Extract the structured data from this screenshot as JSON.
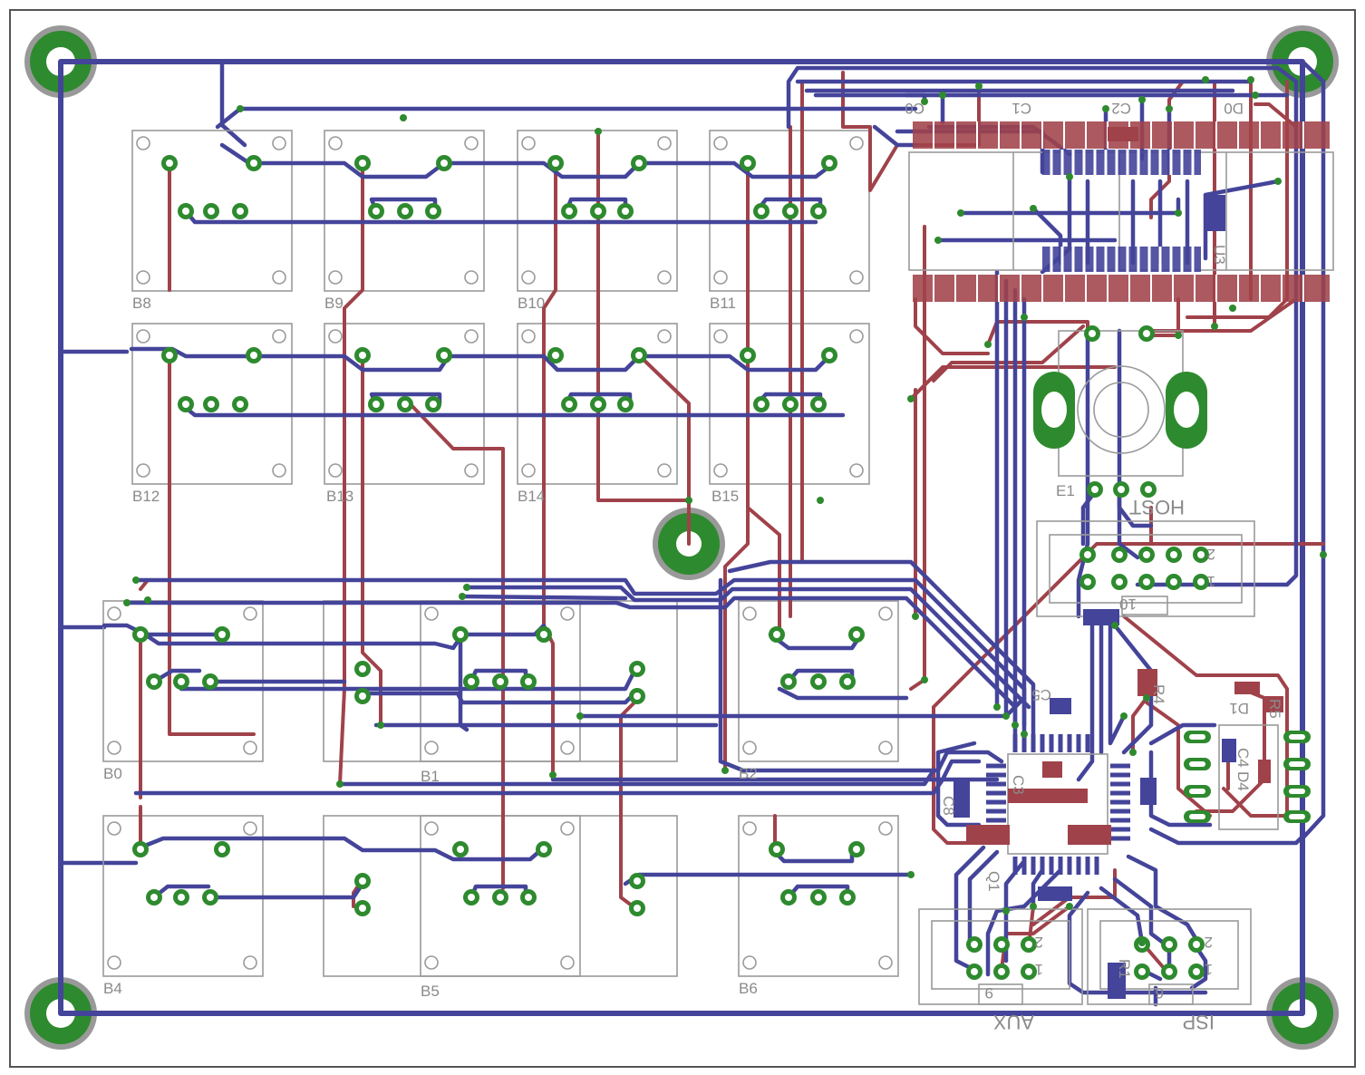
{
  "board": {
    "colors": {
      "bottom_trace": "#44449a",
      "top_trace": "#a0424a",
      "pad": "#2e8a2e",
      "silkscreen": "#9a9a9a",
      "background": "#ffffff"
    },
    "switches": [
      {
        "id": "sw-b8",
        "label": "B8"
      },
      {
        "id": "sw-b9",
        "label": "B9"
      },
      {
        "id": "sw-b10",
        "label": "B10"
      },
      {
        "id": "sw-b11",
        "label": "B11"
      },
      {
        "id": "sw-b12",
        "label": "B12"
      },
      {
        "id": "sw-b13",
        "label": "B13"
      },
      {
        "id": "sw-b14",
        "label": "B14"
      },
      {
        "id": "sw-b15",
        "label": "B15"
      },
      {
        "id": "sw-b0",
        "label": "B0"
      },
      {
        "id": "sw-b1",
        "label": "B1"
      },
      {
        "id": "sw-b2",
        "label": "B2"
      },
      {
        "id": "sw-b4",
        "label": "B4"
      },
      {
        "id": "sw-b5",
        "label": "B5"
      },
      {
        "id": "sw-b6",
        "label": "B6"
      }
    ],
    "encoder_label": "E1",
    "connectors": {
      "host": {
        "label": "HOST",
        "pin_2": "2",
        "pin_1": "1",
        "pin_10": "10"
      },
      "aux": {
        "label": "AUX",
        "pin_2": "2",
        "pin_1": "1",
        "pin_9": "9"
      },
      "isp": {
        "label": "ISP",
        "pin_2": "2",
        "pin_1": "1",
        "pin_6": "6"
      }
    },
    "parts": {
      "c0": "C0",
      "c1": "C1",
      "c2": "C2",
      "d0": "D0",
      "u3": "U3",
      "r4": "R4",
      "r5": "R5",
      "c4": "C4",
      "d4": "D4",
      "d1": "D1",
      "q1": "Q1",
      "c3": "C3",
      "c8": "C8",
      "r1": "R1",
      "c5": "C5"
    }
  }
}
